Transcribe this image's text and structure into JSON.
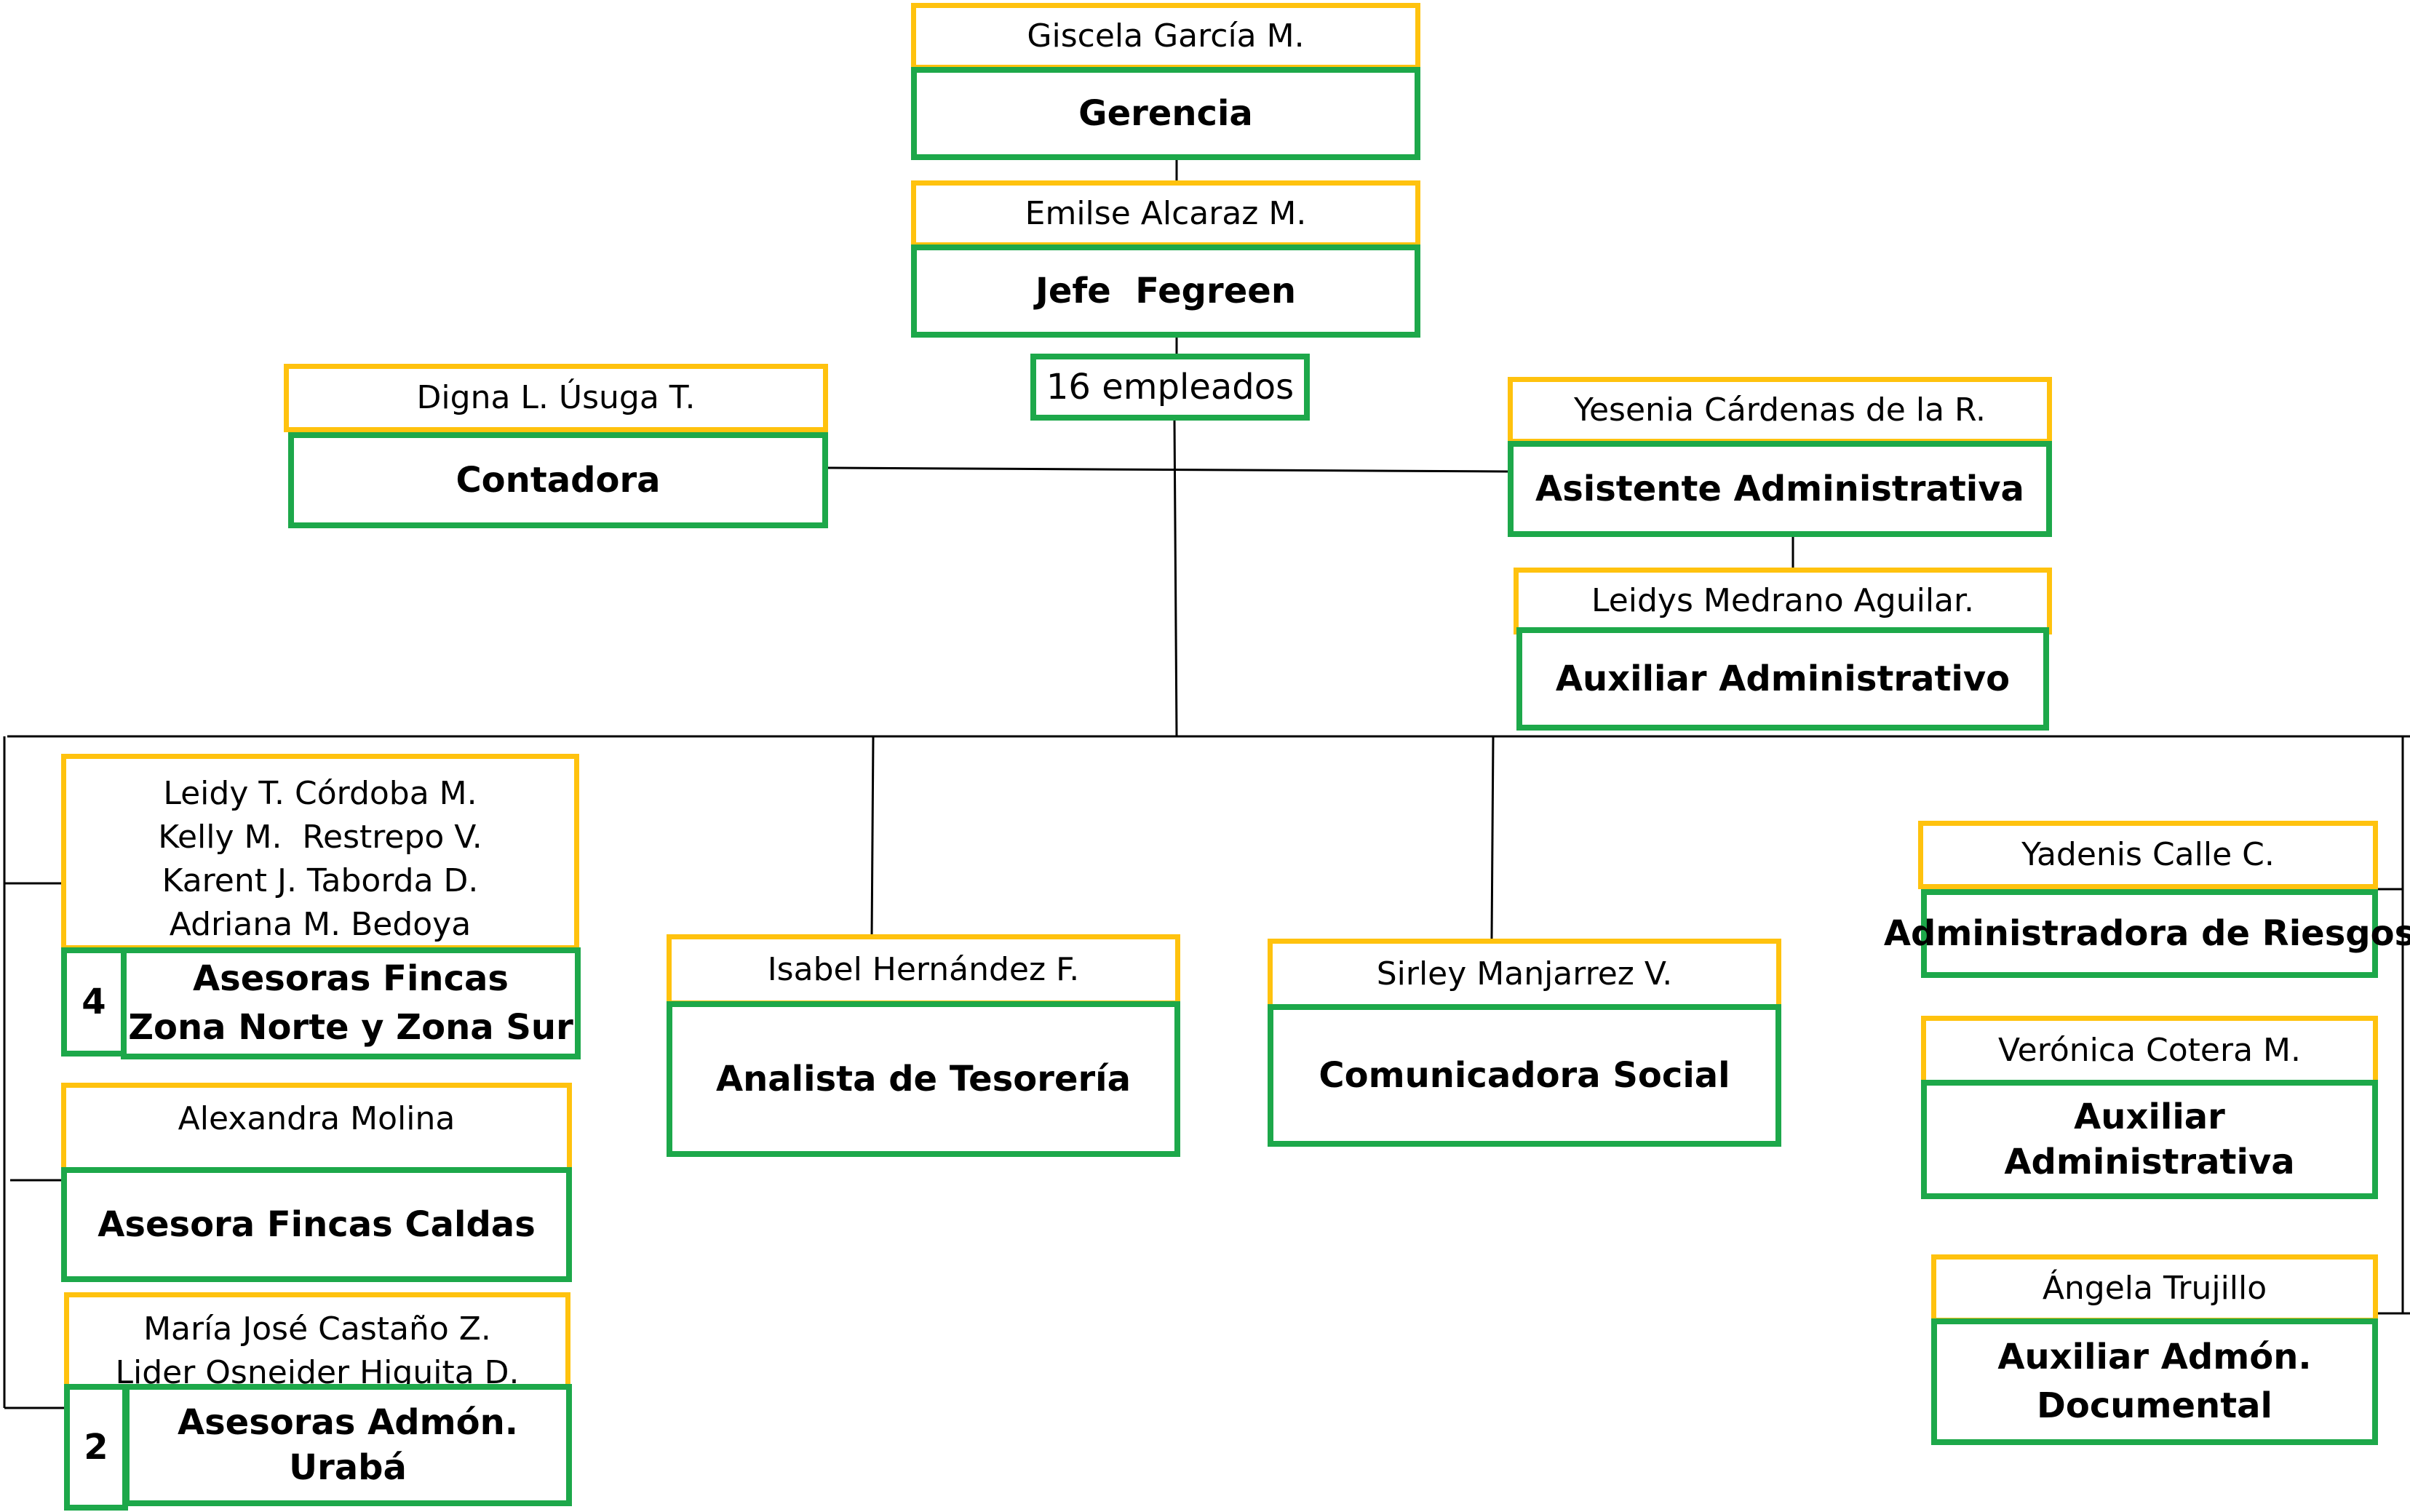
{
  "colors": {
    "name_border": "#FFC20E",
    "role_border": "#1DA84A",
    "line": "#000000"
  },
  "gerencia": {
    "name": "Giscela García M.",
    "role": "Gerencia"
  },
  "jefe": {
    "name": "Emilse Alcaraz M.",
    "role": "Jefe  Fegreen",
    "employees": "16 empleados"
  },
  "contadora": {
    "name": "Digna L. Úsuga T.",
    "role": "Contadora"
  },
  "asistente": {
    "name": "Yesenia Cárdenas de la R.",
    "role": "Asistente Administrativa"
  },
  "auxiliar_admin": {
    "name": "Leidys Medrano Aguilar.",
    "role": "Auxiliar Administrativo"
  },
  "asesoras_norte_sur": {
    "names": [
      "Leidy T. Córdoba M.",
      "Kelly M.  Restrepo V.",
      "Karent J. Taborda D.",
      "Adriana M. Bedoya"
    ],
    "count": "4",
    "role_line1": "Asesoras Fincas",
    "role_line2": "Zona Norte y Zona Sur"
  },
  "asesora_caldas": {
    "name": "Alexandra Molina",
    "role": "Asesora Fincas Caldas"
  },
  "asesoras_uraba": {
    "names": [
      "María José Castaño Z.",
      "Lider Osneider Higuita D."
    ],
    "count": "2",
    "role": "Asesoras Admón. Urabá"
  },
  "tesoreria": {
    "name": "Isabel Hernández F.",
    "role": "Analista de Tesorería"
  },
  "comunicadora": {
    "name": "Sirley Manjarrez V.",
    "role": "Comunicadora Social"
  },
  "riesgos": {
    "name": "Yadenis Calle C.",
    "role": "Administradora de Riesgos"
  },
  "auxiliar_administrativa": {
    "name": "Verónica Cotera M.",
    "role": "Auxiliar Administrativa"
  },
  "documental": {
    "name": "Ángela Trujillo",
    "role_line1": "Auxiliar Admón.",
    "role_line2": "Documental"
  }
}
